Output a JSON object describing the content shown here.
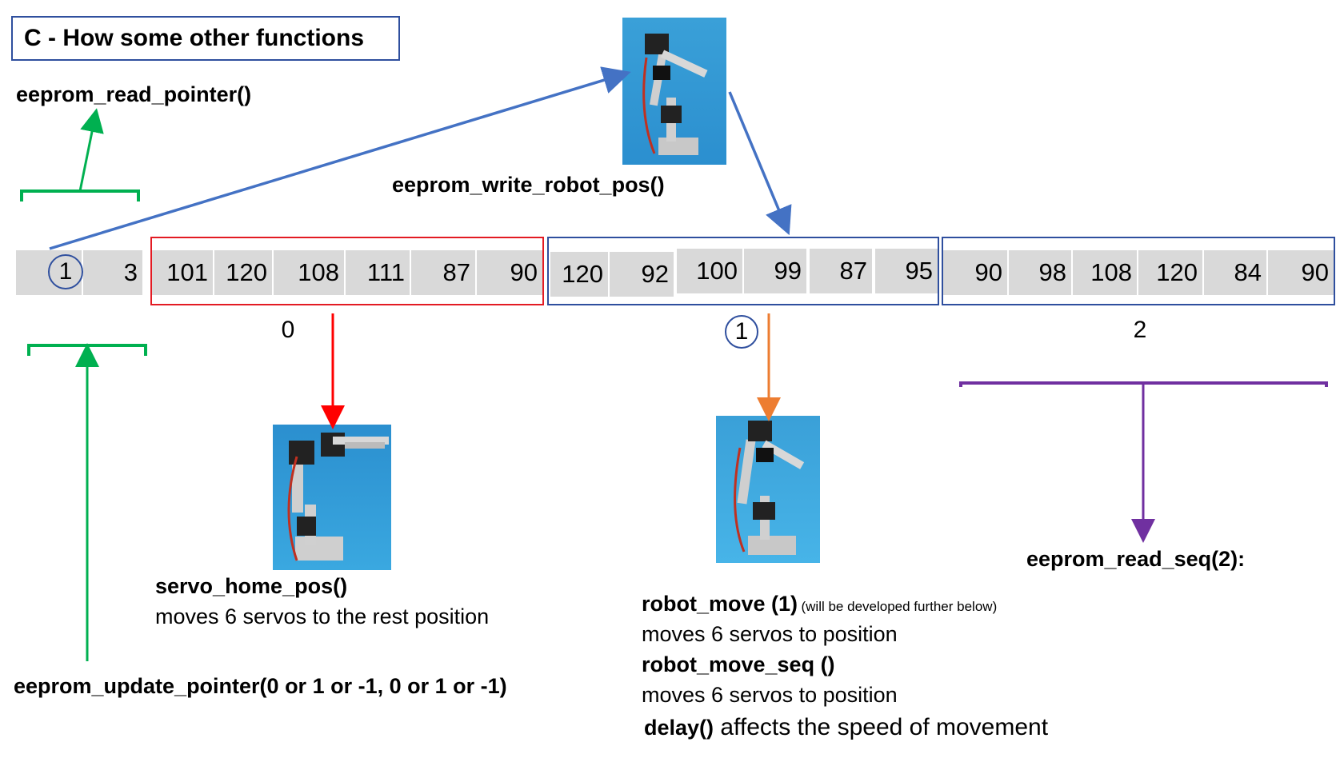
{
  "title": "C - How some other functions",
  "functions": {
    "read_pointer": "eeprom_read_pointer()",
    "write_robot_pos": "eeprom_write_robot_pos()",
    "update_pointer": "eeprom_update_pointer(0 or 1 or -1, 0 or 1 or -1)",
    "servo_home_pos": "servo_home_pos()",
    "servo_home_desc": "moves 6 servos to the rest position",
    "robot_move": "robot_move (1)",
    "robot_move_note": "(will be developed further below)",
    "robot_move_desc": "moves 6 servos to position",
    "robot_move_seq": "robot_move_seq ()",
    "robot_move_seq_desc": "moves 6 servos to position",
    "delay": "delay()",
    "delay_desc": "affects the speed of movement",
    "read_seq": "eeprom_read_seq(2):"
  },
  "memory": {
    "pointer": [
      "1",
      "3"
    ],
    "segments": [
      {
        "label": "0",
        "values": [
          "101",
          "120",
          "108",
          "111",
          "87",
          "90"
        ],
        "color": "#e31b23"
      },
      {
        "label": "1",
        "values": [
          "120",
          "92",
          "100",
          "99",
          "87",
          "95"
        ],
        "color": "#2f4f9e"
      },
      {
        "label": "2",
        "values": [
          "90",
          "98",
          "108",
          "120",
          "84",
          "90"
        ],
        "color": "#2f4f9e"
      }
    ]
  },
  "colors": {
    "green": "#00b050",
    "blue": "#4472c4",
    "red": "#ff0000",
    "orange": "#ed7d31",
    "purple": "#7030a0",
    "navy": "#2f4f9e"
  }
}
